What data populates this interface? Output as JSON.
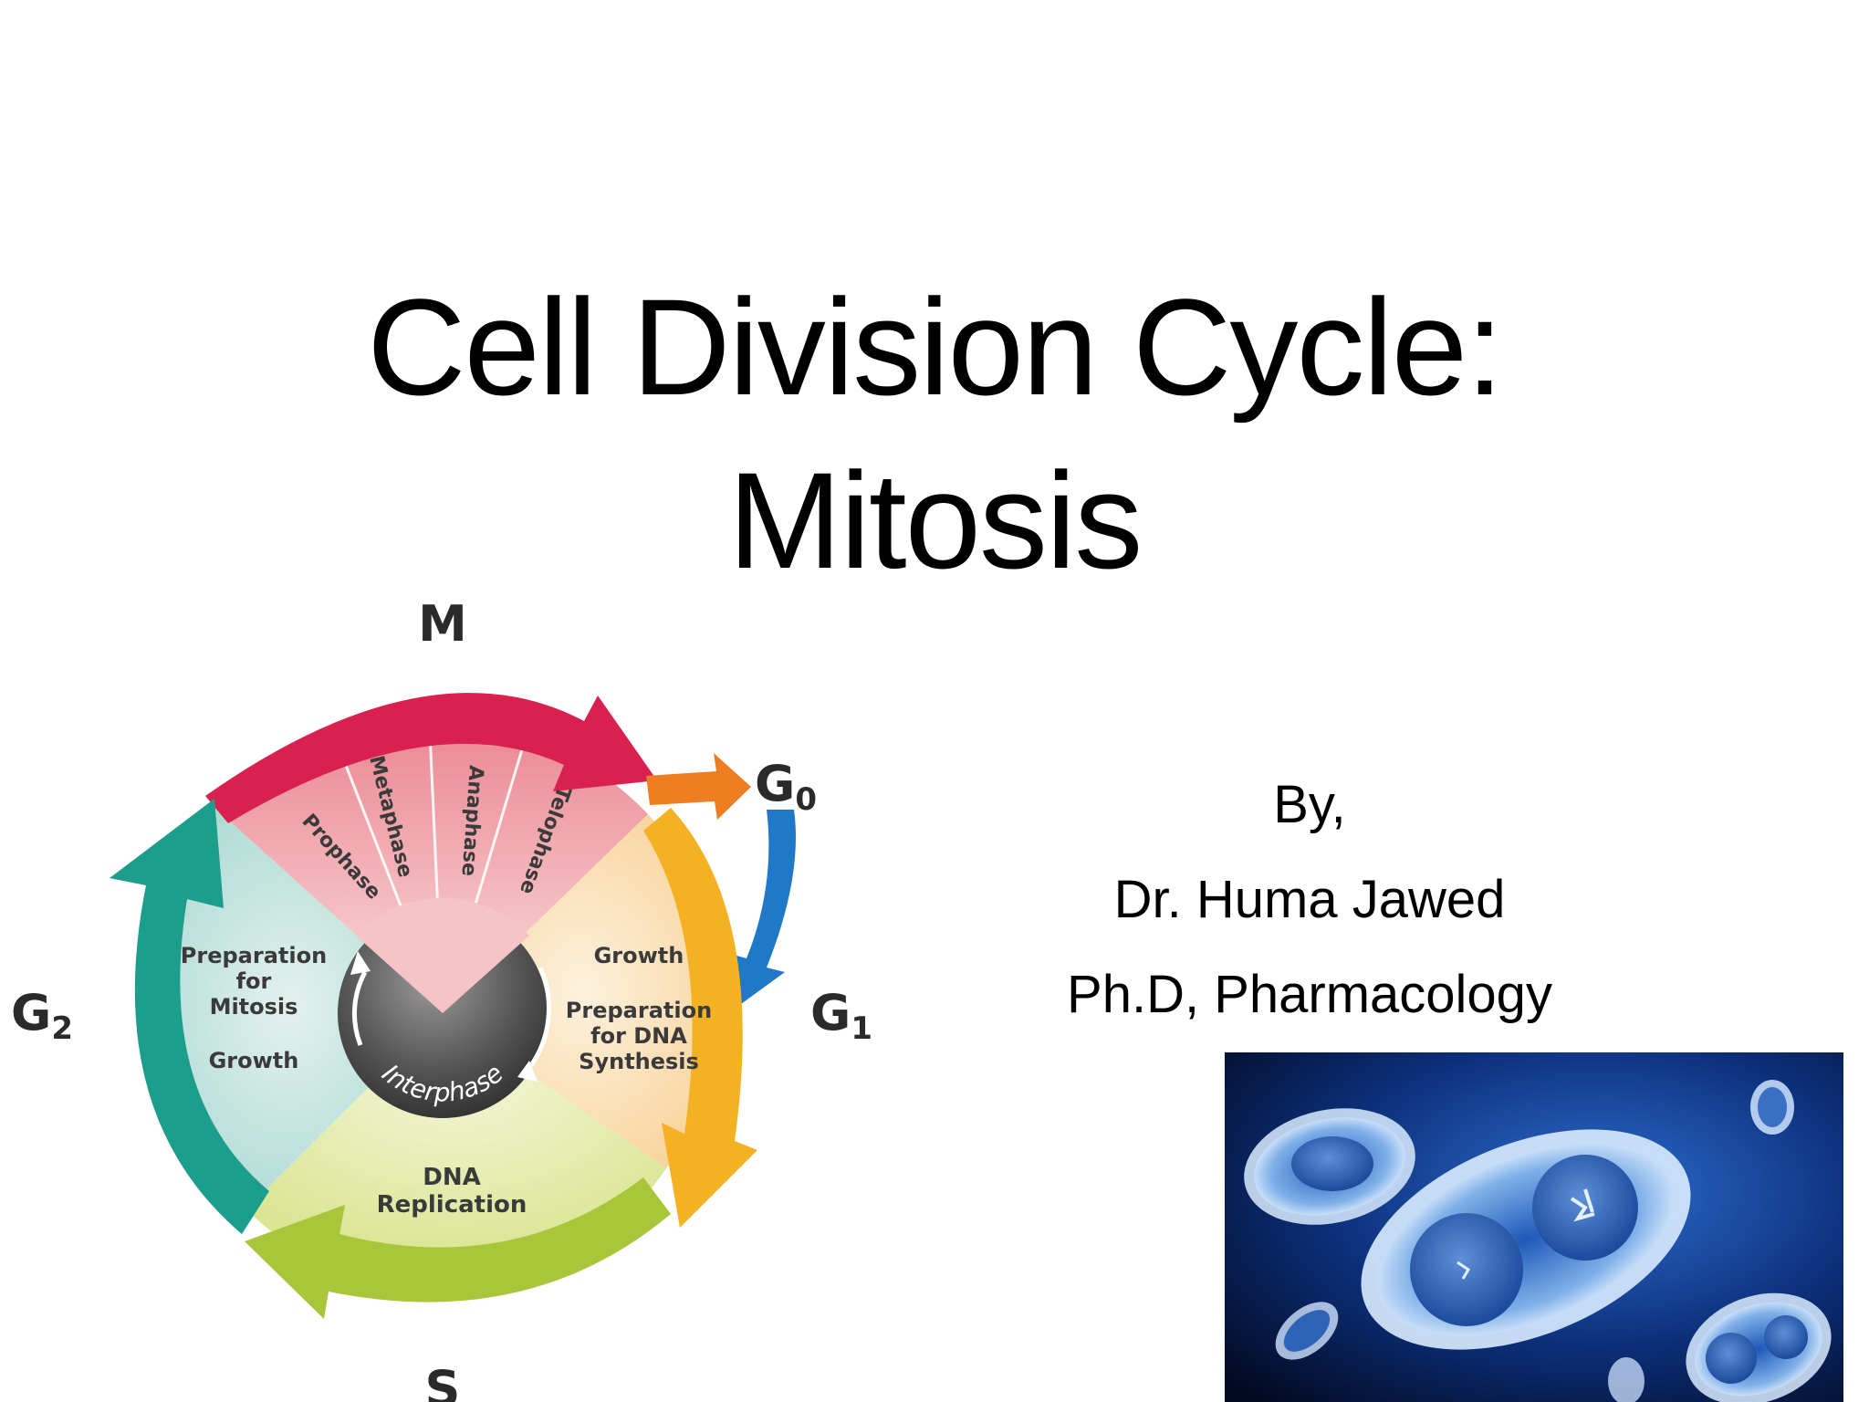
{
  "title": {
    "line1": "Cell Division Cycle:",
    "line2": "Mitosis"
  },
  "author": {
    "by": "By,",
    "name": "Dr. Huma Jawed",
    "credentials": "Ph.D, Pharmacology"
  },
  "diagram": {
    "phases": {
      "m": "M",
      "g0": "G",
      "g0_sub": "0",
      "g1": "G",
      "g1_sub": "1",
      "g2": "G",
      "g2_sub": "2",
      "s": "S"
    },
    "mitosis_stages": [
      "Prophase",
      "Metaphase",
      "Anaphase",
      "Telophase"
    ],
    "g2_text": [
      "Preparation",
      "for",
      "Mitosis",
      "Growth"
    ],
    "g1_text": [
      "Growth",
      "Preparation",
      "for DNA",
      "Synthesis"
    ],
    "s_text": [
      "DNA",
      "Replication"
    ],
    "center": "Interphase",
    "colors": {
      "m": "#d8214f",
      "g0": "#ef7d22",
      "g1": "#f4b223",
      "s": "#a9c53a",
      "g2": "#1d9e8c",
      "g0_to_g1": "#1f78c8"
    }
  },
  "photo": {
    "subject": "dividing-cells-micrograph"
  }
}
